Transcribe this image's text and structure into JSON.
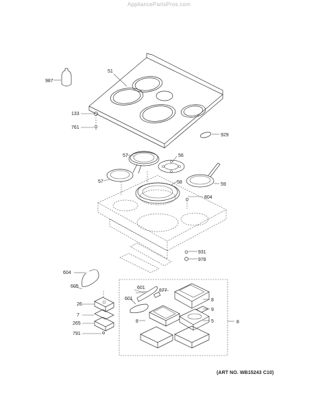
{
  "watermark": "AppliancePartsPros.com",
  "art_number": "(ART NO. WB15243 C10)",
  "callouts": {
    "c987": "987",
    "c51": "51",
    "c133": "133",
    "c761": "761",
    "c929": "929",
    "c57a": "57",
    "c56": "56",
    "c57b": "57",
    "c58": "58",
    "c59": "59",
    "c804": "804",
    "c931": "931",
    "c978": "978",
    "c604": "604",
    "c605": "605",
    "c26": "26",
    "c7": "7",
    "c265": "265",
    "c791": "791",
    "c601a": "601",
    "c601b": "601",
    "c877": "877",
    "c8a": "8",
    "c9": "9",
    "c5": "5",
    "c8b": "8",
    "c8c": "8"
  }
}
